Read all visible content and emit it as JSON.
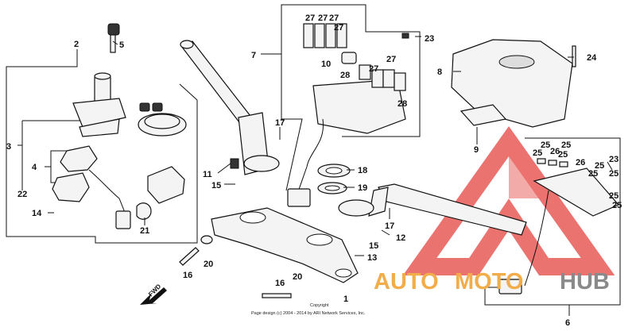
{
  "labels": {
    "p1": "1",
    "p2": "2",
    "p3": "3",
    "p4": "4",
    "p5": "5",
    "p6": "6",
    "p7": "7",
    "p8": "8",
    "p9": "9",
    "p10": "10",
    "p11": "11",
    "p12": "12",
    "p13": "13",
    "p14": "14",
    "p15a": "15",
    "p15b": "15",
    "p16a": "16",
    "p16b": "16",
    "p17a": "17",
    "p17b": "17",
    "p18": "18",
    "p19": "19",
    "p20a": "20",
    "p20b": "20",
    "p21": "21",
    "p22": "22",
    "p23a": "23",
    "p23b": "23",
    "p24": "24",
    "p25a": "25",
    "p25b": "25",
    "p25c": "25",
    "p25d": "25",
    "p25e": "25",
    "p25f": "25",
    "p25g": "25",
    "p25h": "25",
    "p25i": "25",
    "p26a": "26",
    "p26b": "26",
    "p27a": "27",
    "p27b": "27",
    "p27c": "27",
    "p27d": "27",
    "p27e": "27",
    "p27f": "27",
    "p28a": "28",
    "p28b": "28"
  },
  "fwd_label": "FWD",
  "copyright": {
    "line1": "Copyright",
    "line2": "Page design (c) 2004 - 2014 by ARI Network Services, Inc."
  },
  "watermark": {
    "auto": "AUTO",
    "moto": "MOTO",
    "hub": "HUB",
    "colors": {
      "red": "#e85a56",
      "orange": "#f2ad4a",
      "gray": "#8a8a8a"
    }
  }
}
